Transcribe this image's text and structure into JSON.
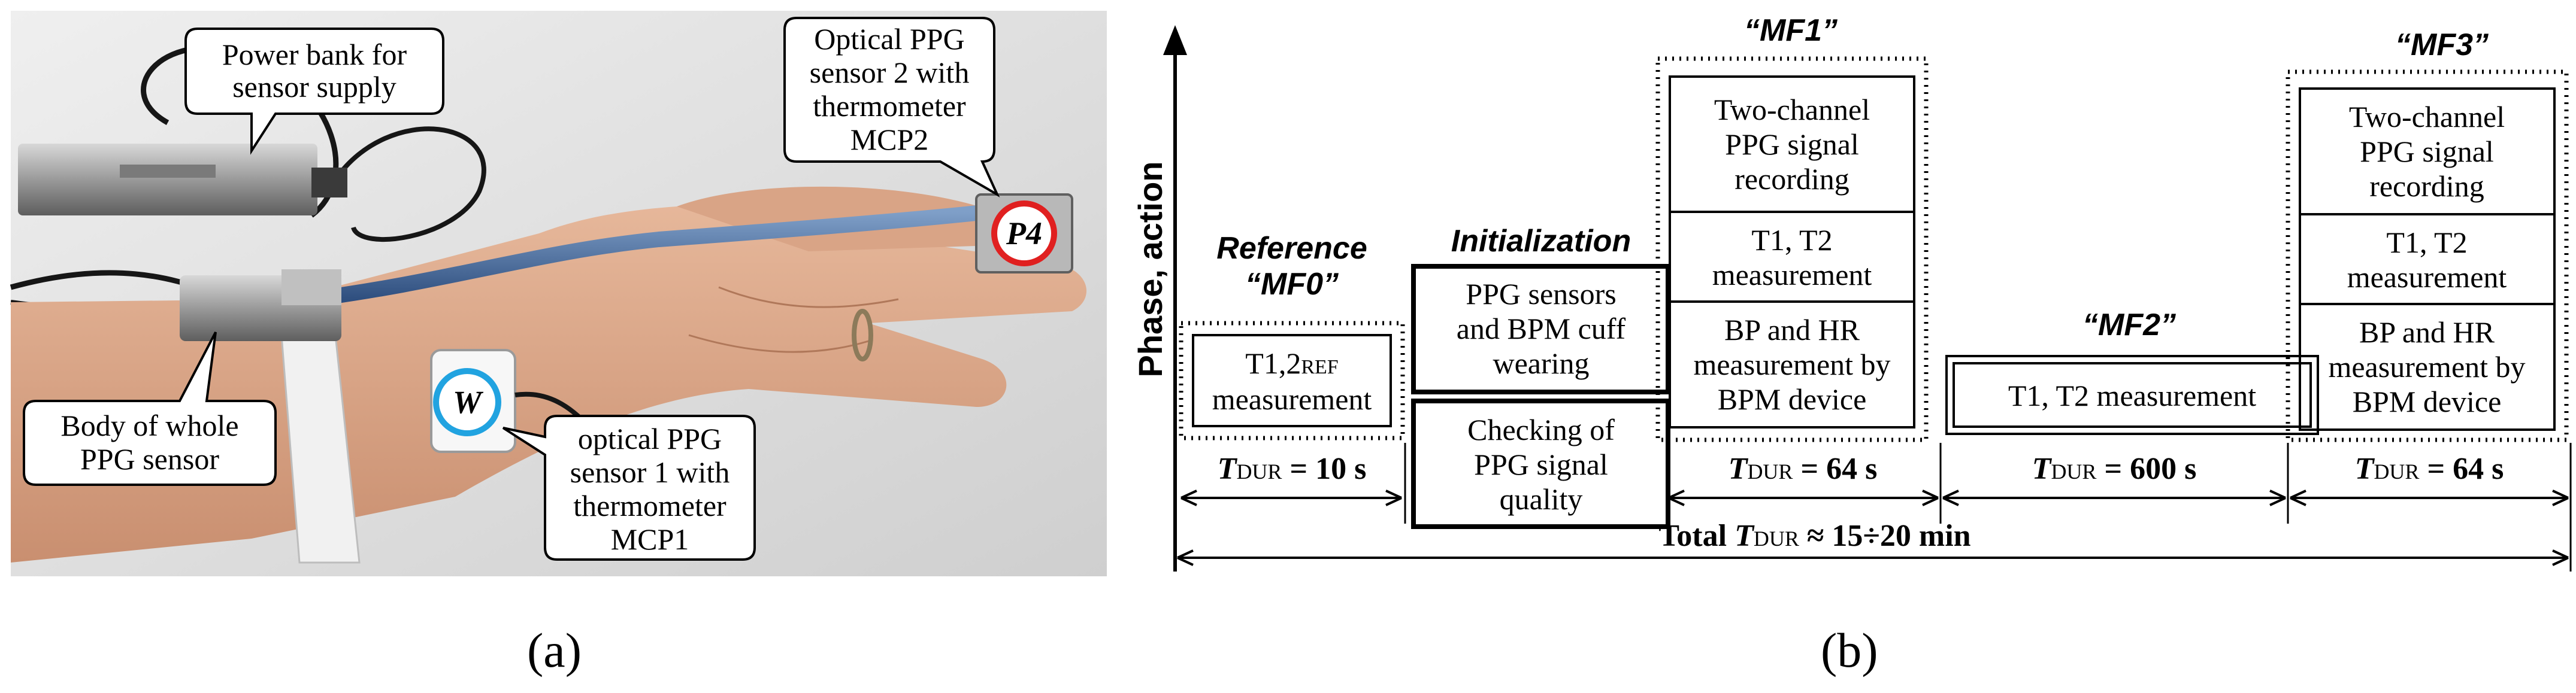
{
  "panel_a": {
    "labels": {
      "power_bank": [
        "Power bank for",
        "sensor supply"
      ],
      "sensor2": [
        "Optical PPG",
        "sensor 2 with",
        "thermometer",
        "MCP2"
      ],
      "body": [
        "Body of whole",
        "PPG sensor"
      ],
      "sensor1": [
        "optical PPG",
        "sensor 1 with",
        "thermometer",
        "MCP1"
      ]
    },
    "markers": {
      "p4": "P4",
      "w": "W"
    },
    "caption": "(a)"
  },
  "panel_b": {
    "y_axis_label": "Phase, action",
    "phases": {
      "mf0": {
        "title1": "Reference",
        "title2": "“MF0”",
        "box": {
          "main": "T1,2",
          "sub": "REF",
          "line2": "measurement"
        }
      },
      "init": {
        "title": "Initialization",
        "box1": [
          "PPG sensors",
          "and BPM cuff",
          "wearing"
        ],
        "box2": [
          "Checking of",
          "PPG signal",
          "quality"
        ]
      },
      "mf1": {
        "title": "“MF1”",
        "box1": [
          "Two-channel",
          "PPG signal",
          "recording"
        ],
        "box2": [
          "T1, T2",
          "measurement"
        ],
        "box3": [
          "BP and HR",
          "measurement by",
          "BPM device"
        ]
      },
      "mf2": {
        "title": "“MF2”",
        "box": "T1, T2 measurement"
      },
      "mf3": {
        "title": "“MF3”",
        "box1": [
          "Two-channel",
          "PPG signal",
          "recording"
        ],
        "box2": [
          "T1, T2",
          "measurement"
        ],
        "box3": [
          "BP and HR",
          "measurement by",
          "BPM device"
        ]
      }
    },
    "durations": {
      "t": "T",
      "sub": "DUR",
      "mf0": " = 10 s",
      "mf1": " = 64 s",
      "mf2": " = 600 s",
      "mf3": " = 64 s",
      "total_prefix": "Total ",
      "total_suffix": " ≈ 15÷20 min"
    },
    "caption": "(b)"
  }
}
